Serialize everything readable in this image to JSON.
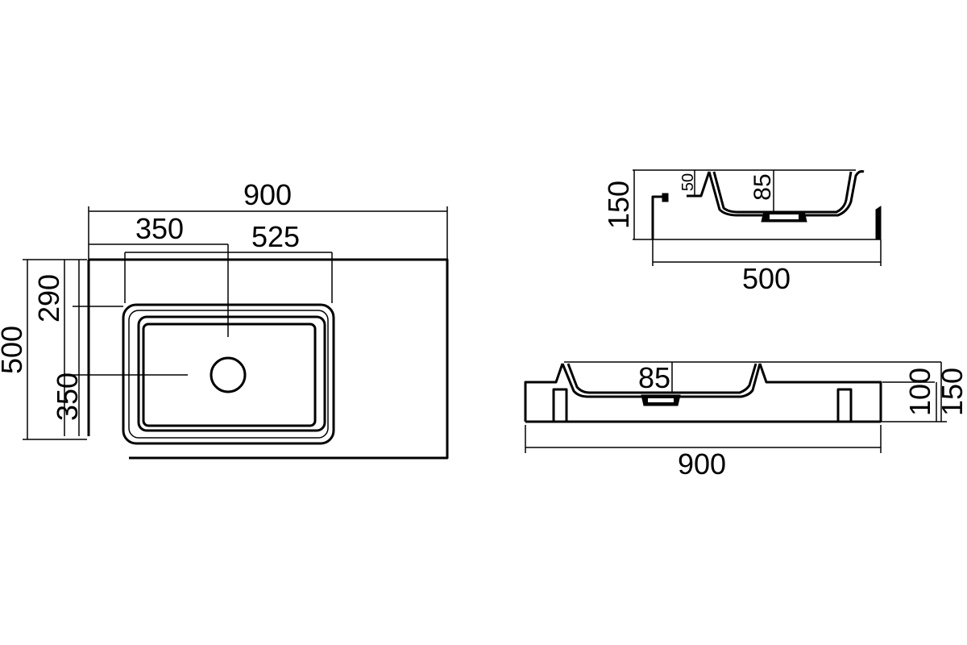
{
  "top_view": {
    "width": "900",
    "offset_left": "350",
    "basin_width": "525",
    "depth": "500",
    "basin_top": "290",
    "drain_offset": "350"
  },
  "side_view": {
    "height": "150",
    "rim": "50",
    "basin_depth": "85",
    "width": "500"
  },
  "front_view": {
    "basin_depth": "85",
    "inner_height": "100",
    "height": "150",
    "width": "900"
  }
}
